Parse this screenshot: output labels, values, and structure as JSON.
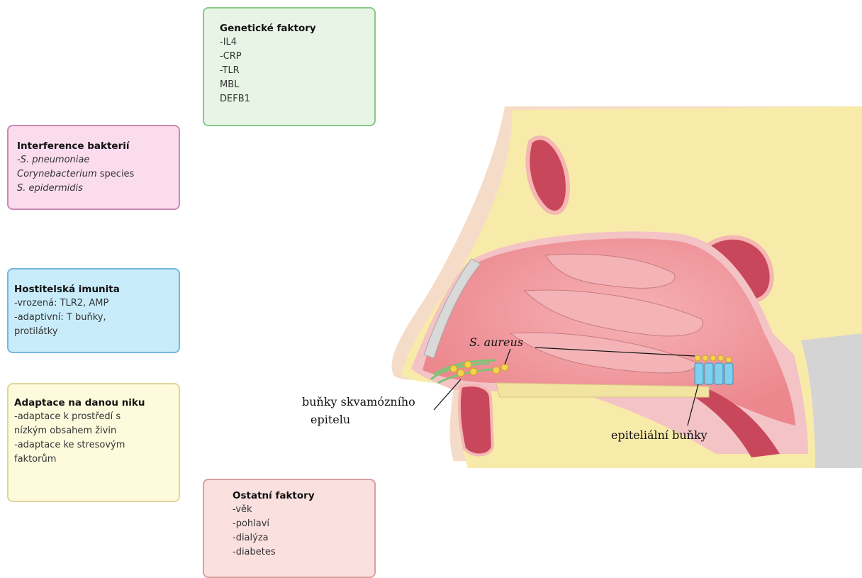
{
  "boxes": {
    "genetic": {
      "title": "Genetické faktory",
      "lines": [
        "-IL4",
        "-CRP",
        "-TLR",
        "MBL",
        "DEFB1"
      ]
    },
    "interference": {
      "title": "Interference bakterií",
      "line1": "-S.  pneumoniae",
      "line2_italic": "Corynebacterium",
      "line2_rest": " species",
      "line3": "S. epidermidis"
    },
    "host": {
      "title": "Hostitelská imunita",
      "lines": [
        "-vrozená: TLR2, AMP",
        "-adaptivní: T buňky,",
        "protilátky"
      ]
    },
    "adaptation": {
      "title": "Adaptace na danou niku",
      "lines": [
        "-adaptace k prostředí s",
        "nízkým obsahem živin",
        "-adaptace ke stresovým",
        "faktorům"
      ]
    },
    "other": {
      "title": "Ostatní faktory",
      "lines": [
        "-věk",
        "-pohlaví",
        "-dialýza",
        "-diabetes"
      ]
    }
  },
  "labels": {
    "s_aureus": "S. aureus",
    "squamous_line1": "buňky skvamózního",
    "squamous_line2": "epitelu",
    "epithelial": "epiteliální buňky"
  },
  "colors": {
    "bone": "#f8eaa9",
    "mucosa": "#ec8f94",
    "blood": "#c9475a",
    "bacteria": "#f5d34e",
    "epithelial_cells": "#7fd0ef",
    "squamous": "#7cc577"
  }
}
